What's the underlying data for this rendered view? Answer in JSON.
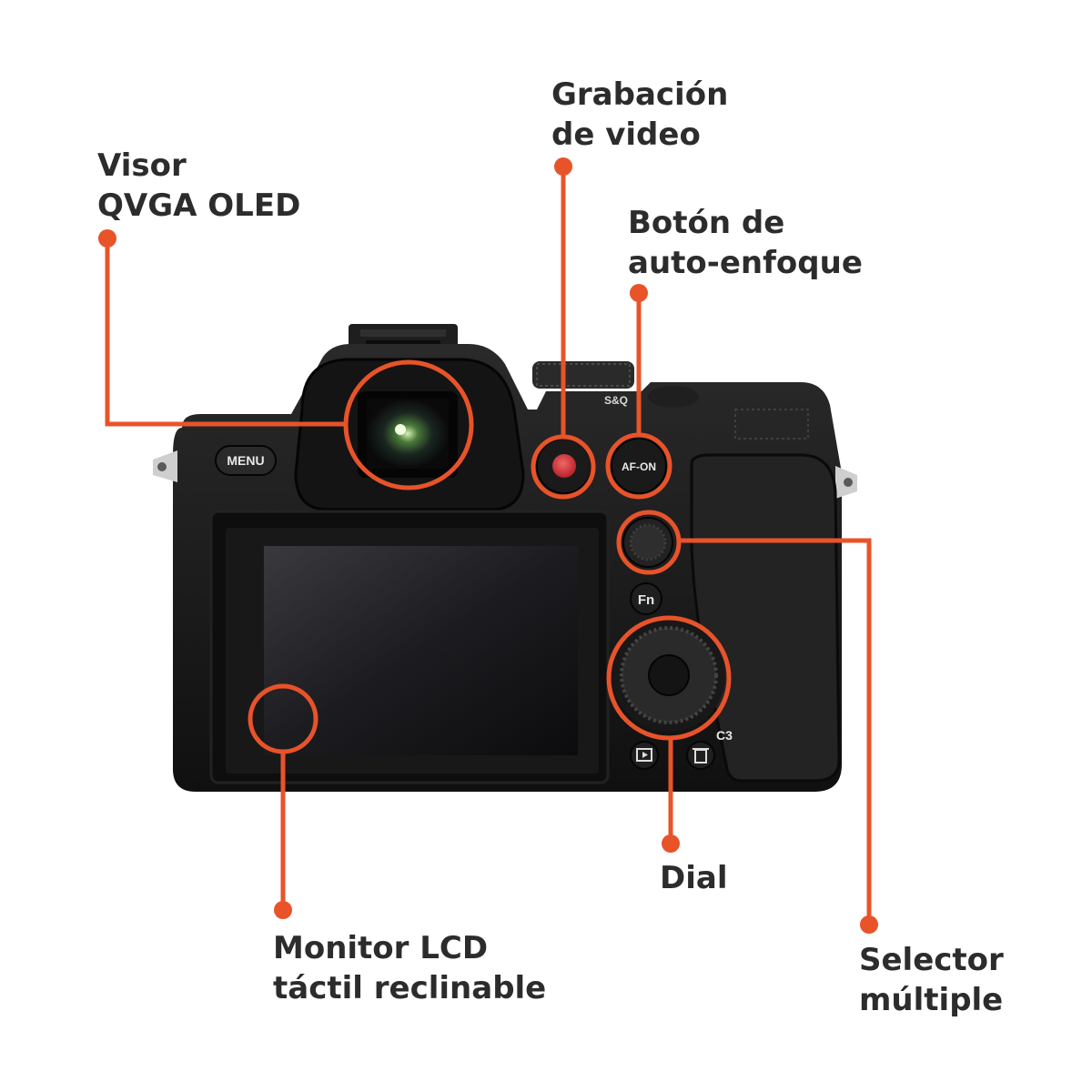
{
  "colors": {
    "accent": "#e8532a",
    "label_text": "#2c2c2c",
    "camera_body": "#161616",
    "background": "#ffffff"
  },
  "camera": {
    "menu_button": "MENU",
    "af_on_button": "AF-ON",
    "fn_button": "Fn",
    "c3_button": "C3",
    "mode_dial_mark": "S&Q"
  },
  "callouts": [
    {
      "id": "visor",
      "lines": [
        "Visor",
        "QVGA OLED"
      ]
    },
    {
      "id": "grabacion",
      "lines": [
        "Grabación",
        "de video"
      ]
    },
    {
      "id": "autoenfoque",
      "lines": [
        "Botón de",
        "auto-enfoque"
      ]
    },
    {
      "id": "monitor",
      "lines": [
        "Monitor LCD",
        "táctil reclinable"
      ]
    },
    {
      "id": "dial",
      "lines": [
        "Dial"
      ]
    },
    {
      "id": "selector",
      "lines": [
        "Selector",
        "múltiple"
      ]
    }
  ]
}
